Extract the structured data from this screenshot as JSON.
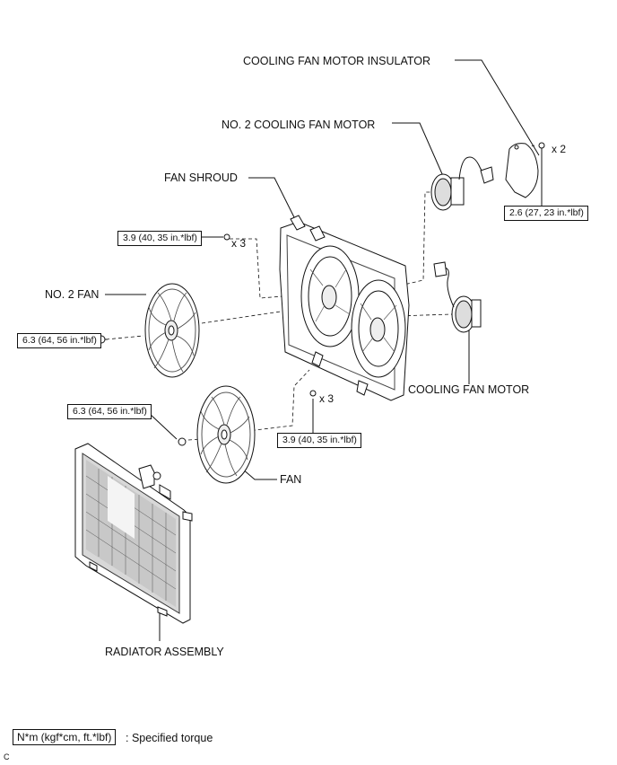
{
  "labels": {
    "insulator": "COOLING FAN MOTOR INSULATOR",
    "no2_motor": "NO. 2 COOLING FAN MOTOR",
    "shroud": "FAN SHROUD",
    "no2_fan": "NO. 2 FAN",
    "motor": "COOLING FAN MOTOR",
    "fan": "FAN",
    "radiator": "RADIATOR ASSEMBLY"
  },
  "torques": {
    "insulator_bolt": "2.6 (27, 23 in.*lbf)",
    "shroud_upper": "3.9 (40, 35 in.*lbf)",
    "no2_fan_nut": "6.3 (64, 56 in.*lbf)",
    "fan_nut": "6.3 (64, 56 in.*lbf)",
    "shroud_lower": "3.9 (40, 35 in.*lbf)"
  },
  "quantities": {
    "insulator_qty": "x 2",
    "shroud_upper_qty": "x 3",
    "shroud_lower_qty": "x 3"
  },
  "legend": {
    "unit_box": "N*m (kgf*cm, ft.*lbf)",
    "description": ": Specified torque"
  },
  "figure_code": "C"
}
